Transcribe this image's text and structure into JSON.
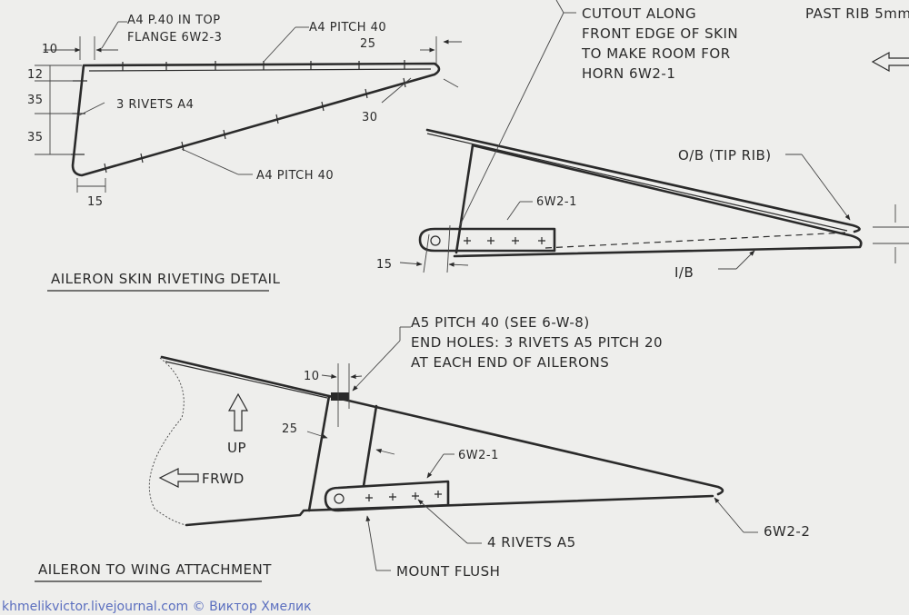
{
  "detail1": {
    "title": "AILERON SKIN RIVETING DETAIL",
    "note_a4": "A4 P.40 IN TOP",
    "note_flange": "FLANGE 6W2-3",
    "pitch_top": "A4 PITCH 40",
    "pitch_bottom": "A4 PITCH 40",
    "rivets": "3 RIVETS A4",
    "dim_10": "10",
    "dim_25": "25",
    "dim_12": "12",
    "dim_35a": "35",
    "dim_35b": "35",
    "dim_30": "30",
    "dim_15": "15"
  },
  "detail2": {
    "cutout_1": "CUTOUT ALONG",
    "cutout_2": "FRONT EDGE OF SKIN",
    "cutout_3": "TO MAKE ROOM FOR",
    "cutout_4": "HORN 6W2-1",
    "past_rib": "PAST RIB 5mm",
    "ob": "O/B (TIP RIB)",
    "horn": "6W2-1",
    "ib": "I/B",
    "dim_15": "15"
  },
  "detail3": {
    "title": "AILERON TO WING ATTACHMENT",
    "pitch_1": "A5 PITCH 40 (SEE 6-W-8)",
    "pitch_2": "END HOLES: 3 RIVETS A5 PITCH 20",
    "pitch_3": "AT EACH END OF AILERONS",
    "dim_10": "10",
    "dim_25": "25",
    "up": "UP",
    "frwd": "FRWD",
    "horn": "6W2-1",
    "rivets": "4 RIVETS A5",
    "mount": "MOUNT FLUSH",
    "tip": "6W2-2"
  },
  "credit": "khmelikvictor.livejournal.com © Виктор Хмелик"
}
